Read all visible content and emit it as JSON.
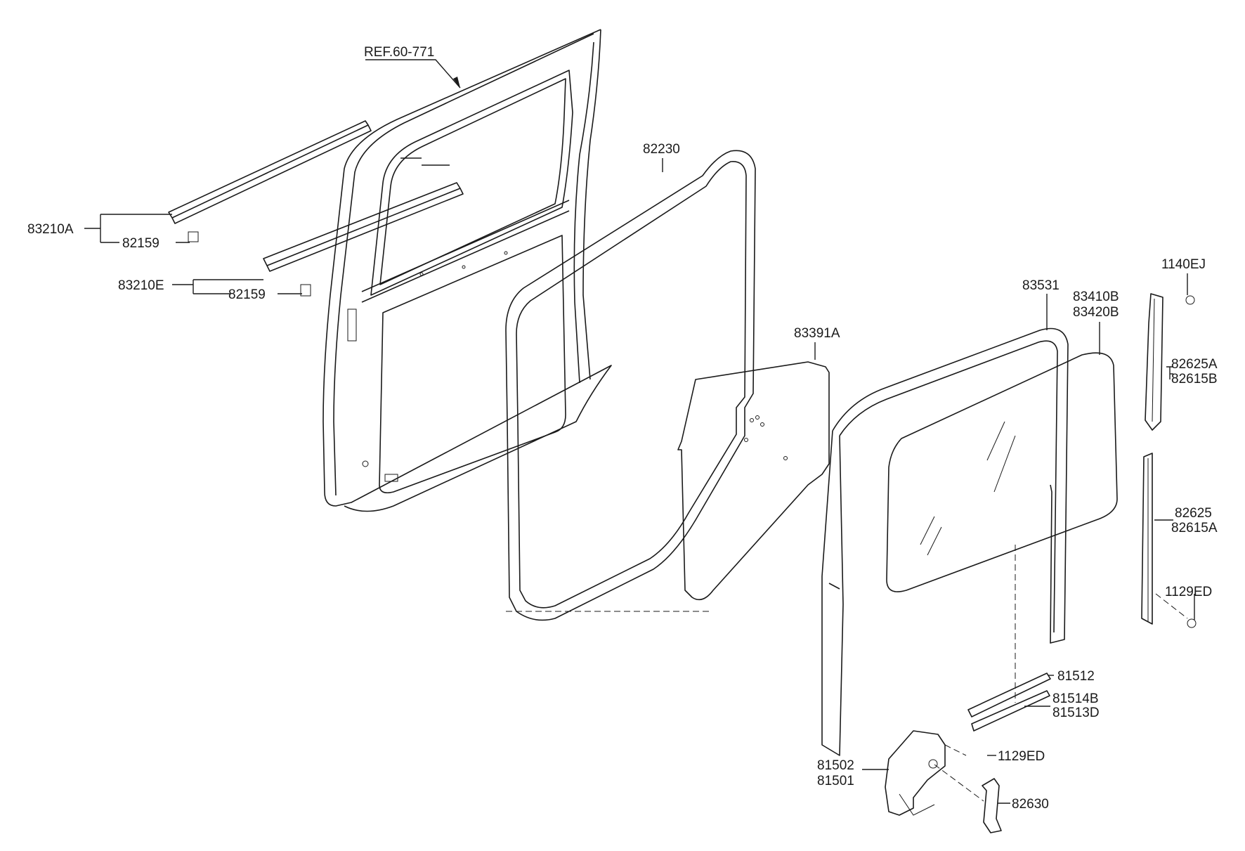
{
  "labels": {
    "ref": "REF.60-771",
    "p82230": "82230",
    "p83210A": "83210A",
    "p82159_a": "82159",
    "p83210E": "83210E",
    "p82159_b": "82159",
    "p83391A": "83391A",
    "p83531": "83531",
    "p83410B": "83410B",
    "p83420B": "83420B",
    "p1140EJ": "1140EJ",
    "p82625A": "82625A",
    "p82615B": "82615B",
    "p82625": "82625",
    "p82615A": "82615A",
    "p1129ED_a": "1129ED",
    "p81512": "81512",
    "p81514B": "81514B",
    "p81513D": "81513D",
    "p81502": "81502",
    "p81501": "81501",
    "p1129ED_b": "1129ED",
    "p82630": "82630"
  },
  "colors": {
    "ink": "#1a1a1a",
    "background": "#ffffff"
  }
}
